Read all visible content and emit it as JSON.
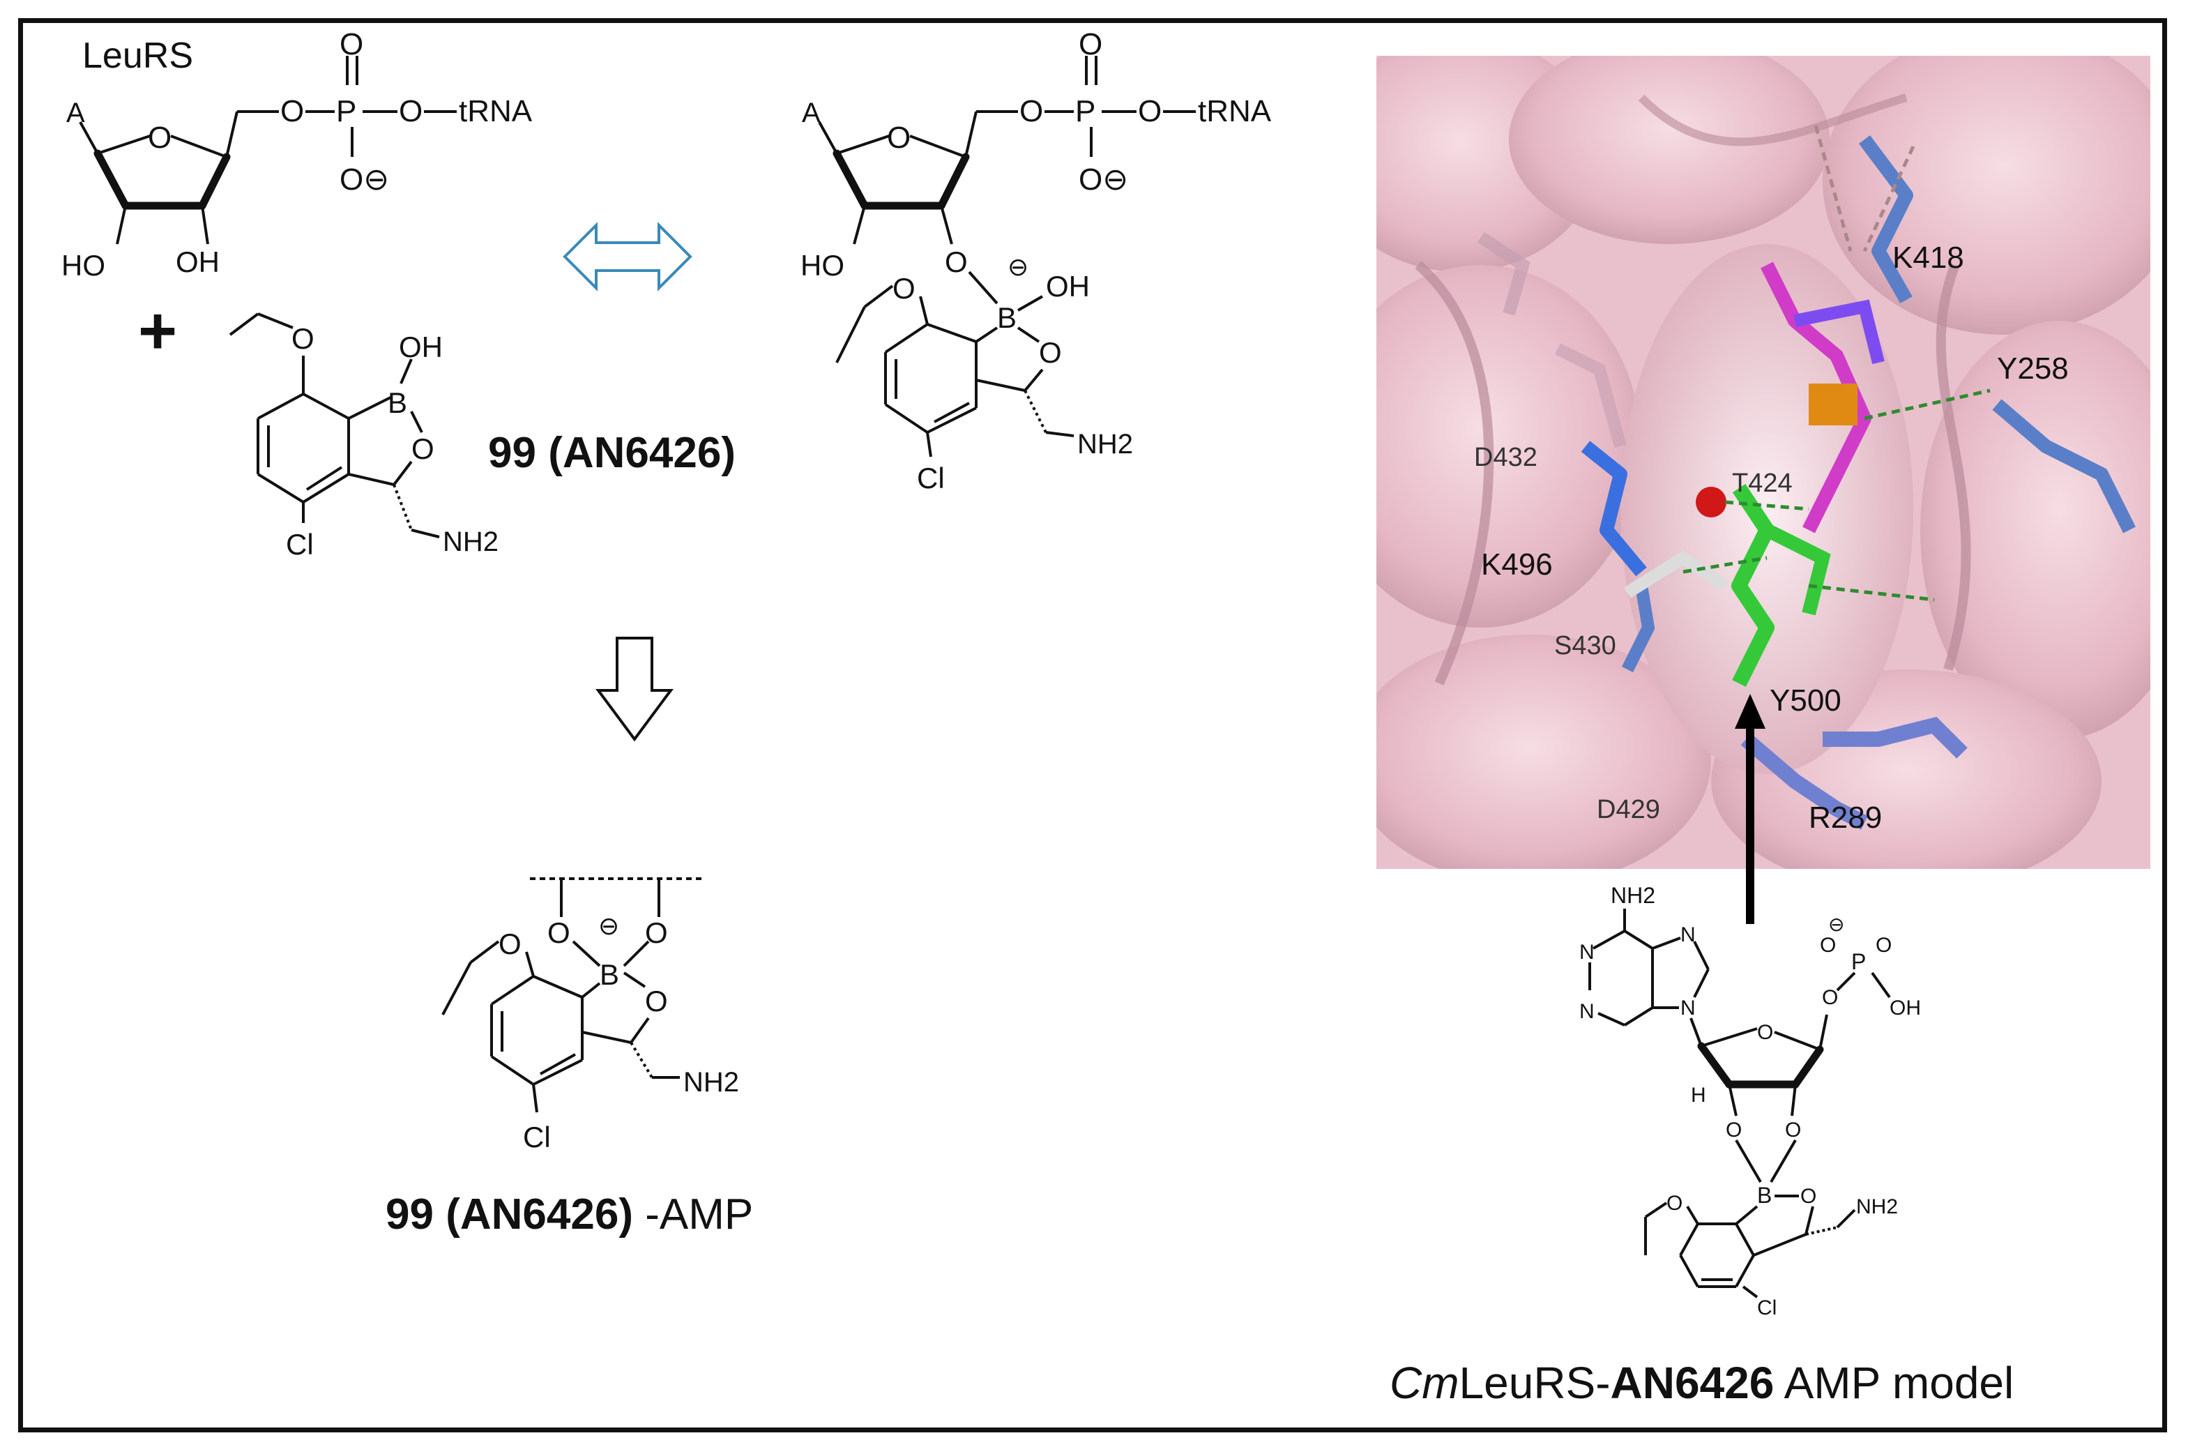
{
  "reactant": {
    "enzyme_label": "LeuRS",
    "atoms": {
      "adenine": "A",
      "oxygen": "O",
      "phosphorus": "P",
      "trna": "tRNA",
      "oxide": "O⊖",
      "ho": "HO",
      "oh": "OH"
    },
    "plus": "+"
  },
  "inhibitor": {
    "atoms": {
      "oh": "OH",
      "boron": "B",
      "oxygen": "O",
      "chloro": "Cl",
      "amine": "NH2"
    },
    "compound_number": "99",
    "compound_name": "(AN6426)"
  },
  "adduct": {
    "atoms": {
      "adenine": "A",
      "oxygen": "O",
      "phosphorus": "P",
      "trna": "tRNA",
      "oxide": "O⊖",
      "ho": "HO",
      "boron": "B",
      "oh": "OH",
      "minus": "⊖",
      "chloro": "Cl",
      "amine": "NH2"
    }
  },
  "amp_adduct": {
    "compound_number": "99",
    "compound_name": "(AN6426)",
    "suffix": "-AMP",
    "atoms": {
      "oxygen": "O",
      "boron": "B",
      "minus": "⊖",
      "chloro": "Cl",
      "amine": "NH2"
    }
  },
  "model_panel": {
    "residues": [
      "K418",
      "Y258",
      "D432",
      "T424",
      "K496",
      "S430",
      "Y500",
      "D429",
      "R289"
    ],
    "surface_color": "#ecc6d0"
  },
  "model_structure": {
    "atoms": {
      "amine_top": "NH2",
      "n": "N",
      "o": "O",
      "p": "P",
      "oh": "OH",
      "h": "H",
      "b": "B",
      "cl": "Cl",
      "amine": "NH2",
      "minus": "⊖"
    }
  },
  "caption": {
    "organism": "Cm",
    "enzyme": "LeuRS-",
    "compound": "AN6426",
    "rest": " AMP model"
  }
}
